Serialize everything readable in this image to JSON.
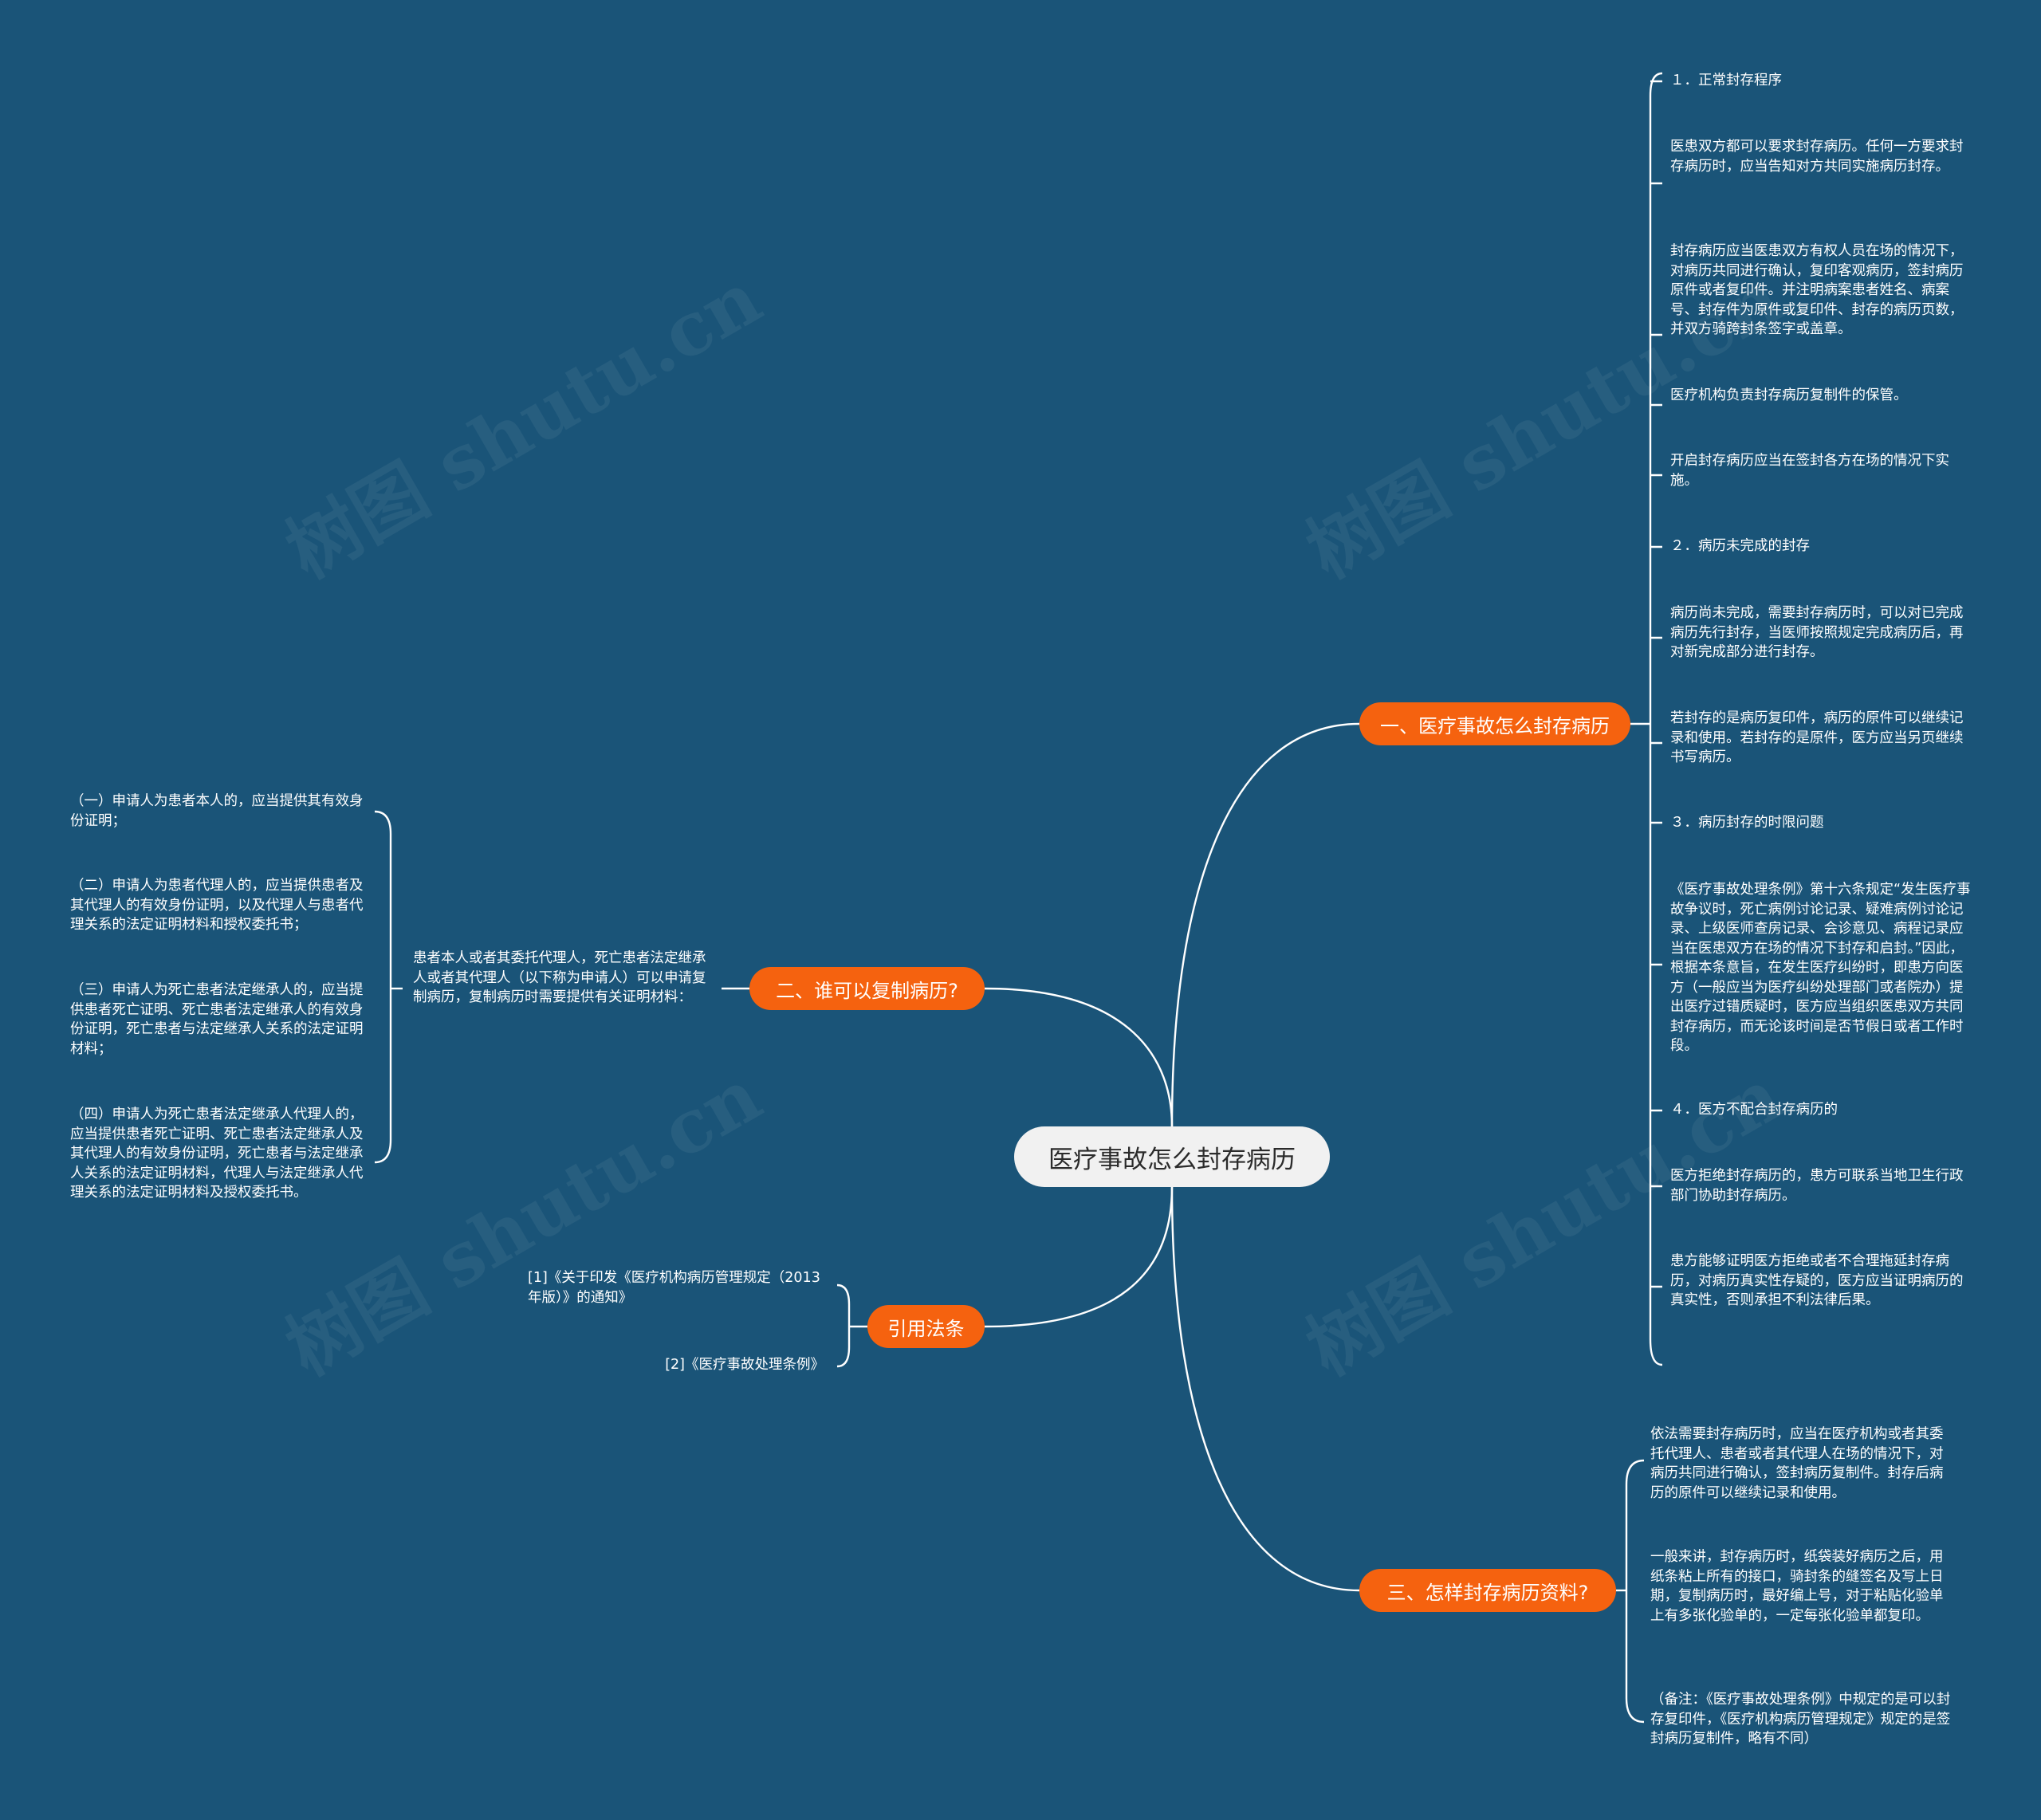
{
  "root": "医疗事故怎么封存病历",
  "watermark": "树图 shutu.cn",
  "colors": {
    "background": "#1a5478",
    "branch": "#f5620f",
    "root": "#f1f1f1",
    "line": "#ffffff"
  },
  "branches": {
    "b1": {
      "label": "一、医疗事故怎么封存病历",
      "leaves": [
        "１．正常封存程序",
        "医患双方都可以要求封存病历。任何一方要求封存病历时，应当告知对方共同实施病历封存。",
        "封存病历应当医患双方有权人员在场的情况下，对病历共同进行确认，复印客观病历，签封病历原件或者复印件。并注明病案患者姓名、病案号、封存件为原件或复印件、封存的病历页数，并双方骑跨封条签字或盖章。",
        "医疗机构负责封存病历复制件的保管。",
        "开启封存病历应当在签封各方在场的情况下实施。",
        "２．病历未完成的封存",
        "病历尚未完成，需要封存病历时，可以对已完成病历先行封存，当医师按照规定完成病历后，再对新完成部分进行封存。",
        "若封存的是病历复印件，病历的原件可以继续记录和使用。若封存的是原件，医方应当另页继续书写病历。",
        "３．病历封存的时限问题",
        "《医疗事故处理条例》第十六条规定“发生医疗事故争议时，死亡病例讨论记录、疑难病例讨论记录、上级医师查房记录、会诊意见、病程记录应当在医患双方在场的情况下封存和启封。”因此，根据本条意旨，在发生医疗纠纷时，即患方向医方（一般应当为医疗纠纷处理部门或者院办）提出医疗过错质疑时，医方应当组织医患双方共同封存病历，而无论该时间是否节假日或者工作时段。",
        "４．医方不配合封存病历的",
        "医方拒绝封存病历的，患方可联系当地卫生行政部门协助封存病历。",
        "患方能够证明医方拒绝或者不合理拖延封存病历，对病历真实性存疑的，医方应当证明病历的真实性，否则承担不利法律后果。"
      ]
    },
    "b2": {
      "label": "二、谁可以复制病历?",
      "intro": "患者本人或者其委托代理人，死亡患者法定继承人或者其代理人（以下称为申请人）可以申请复制病历，复制病历时需要提供有关证明材料：",
      "leaves": [
        "（一）申请人为患者本人的，应当提供其有效身份证明；",
        "（二）申请人为患者代理人的，应当提供患者及其代理人的有效身份证明，以及代理人与患者代理关系的法定证明材料和授权委托书；",
        "（三）申请人为死亡患者法定继承人的，应当提供患者死亡证明、死亡患者法定继承人的有效身份证明，死亡患者与法定继承人关系的法定证明材料；",
        "（四）申请人为死亡患者法定继承人代理人的，应当提供患者死亡证明、死亡患者法定继承人及其代理人的有效身份证明，死亡患者与法定继承人关系的法定证明材料，代理人与法定继承人代理关系的法定证明材料及授权委托书。"
      ]
    },
    "b3": {
      "label": "引用法条",
      "leaves": [
        "[1]《关于印发《医疗机构病历管理规定（2013年版）》的通知》",
        "[2]《医疗事故处理条例》"
      ]
    },
    "b4": {
      "label": "三、怎样封存病历资料?",
      "leaves": [
        "依法需要封存病历时，应当在医疗机构或者其委托代理人、患者或者其代理人在场的情况下，对病历共同进行确认，签封病历复制件。封存后病历的原件可以继续记录和使用。",
        "一般来讲，封存病历时，纸袋装好病历之后，用纸条粘上所有的接口，骑封条的缝签名及写上日期，复制病历时，最好编上号，对于粘贴化验单上有多张化验单的，一定每张化验单都复印。",
        "（备注：《医疗事故处理条例》中规定的是可以封存复印件，《医疗机构病历管理规定》规定的是签封病历复制件，略有不同）"
      ]
    }
  }
}
